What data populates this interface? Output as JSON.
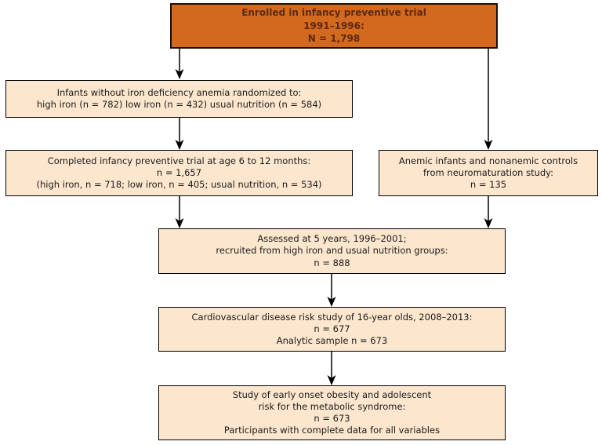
{
  "flowchart": {
    "colors": {
      "header_fill": "#d2691e",
      "header_text": "#5c2a12",
      "box_fill": "#fce6ce",
      "box_border": "#000000",
      "arrow": "#000000",
      "background": "#ffffff"
    },
    "boxes": {
      "enrolled": {
        "lines": [
          "Enrolled in infancy preventive trial",
          "1991–1996:",
          "N = 1,798"
        ]
      },
      "randomized": {
        "lines": [
          "Infants without iron deficiency anemia randomized to:",
          "high iron (n = 782) low iron (n = 432) usual nutrition (n = 584)"
        ]
      },
      "completed": {
        "lines": [
          "Completed infancy preventive trial at age 6 to 12 months:",
          "n = 1,657",
          "(high iron, n = 718; low iron, n = 405; usual nutrition, n = 534)"
        ]
      },
      "anemic": {
        "lines": [
          "Anemic infants and nonanemic controls",
          "from neuromaturation study:",
          "n = 135"
        ]
      },
      "assessed": {
        "lines": [
          "Assessed at 5 years, 1996–2001;",
          "recruited from high iron and usual nutrition groups:",
          "n = 888"
        ]
      },
      "cvd": {
        "lines": [
          "Cardiovascular disease risk study of 16-year olds, 2008–2013:",
          "n = 677",
          "Analytic sample n = 673"
        ]
      },
      "obesity": {
        "lines": [
          "Study of early onset obesity and adolescent",
          "risk for the metabolic syndrome:",
          "n = 673",
          "Participants with complete data for all variables"
        ]
      }
    }
  }
}
